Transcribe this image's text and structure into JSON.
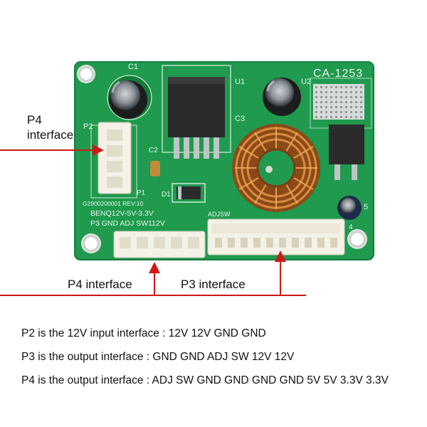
{
  "board": {
    "model": "CA-1253",
    "marking_rev": "G2900200001 REV:10",
    "marking_brand": "BENQ12V-5V-3.3V",
    "marking_pins": "P3 GND ADJ SW112V",
    "marking_adj": "ADJSW",
    "silk": {
      "c1": "C1",
      "c2": "C2",
      "c3": "C3",
      "c5": "5",
      "u1": "U1",
      "u2": "U2",
      "p1": "P1",
      "p2": "P2",
      "d1": "D1",
      "p4num": "4"
    },
    "colors": {
      "pcb": "#1f9a4e",
      "pcb_dark": "#167d3e",
      "silk": "#e9f7ec",
      "copper": "#c7742e",
      "pointer": "#d01818"
    }
  },
  "callouts": {
    "p4_left_line1": "P4",
    "p4_left_line2": "interface",
    "p4_bottom": "P4 interface",
    "p3_bottom": "P3 interface"
  },
  "descriptions": [
    "P2 is the 12V input interface : 12V 12V GND GND",
    "P3 is the output interface : GND GND ADJ SW 12V 12V",
    "P4 is the output interface : ADJ SW GND GND GND GND 5V 5V 3.3V 3.3V"
  ]
}
